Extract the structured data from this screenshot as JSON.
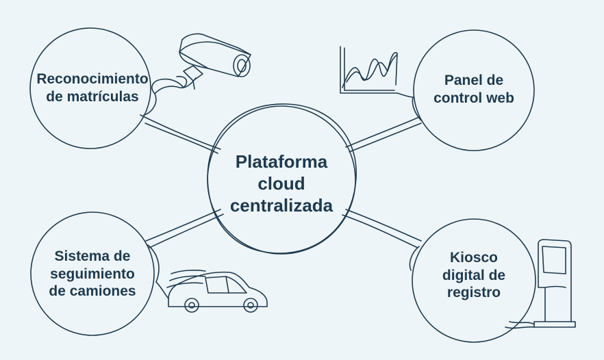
{
  "center": {
    "lines": [
      "Plataforma",
      "cloud",
      "centralizada"
    ]
  },
  "nodes": {
    "top_left": {
      "lines": [
        "Reconocimiento",
        "de matrículas"
      ],
      "icon": "security-camera-icon"
    },
    "top_right": {
      "lines": [
        "Panel de",
        "control web"
      ],
      "icon": "line-chart-icon"
    },
    "bottom_left": {
      "lines": [
        "Sistema de",
        "seguimiento",
        "de camiones"
      ],
      "icon": "moving-car-icon"
    },
    "bottom_right": {
      "lines": [
        "Kiosco",
        "digital de",
        "registro"
      ],
      "icon": "kiosk-icon"
    }
  },
  "colors": {
    "background": "#eef5f8",
    "stroke": "#1f3a4d",
    "text": "#1f3a4d"
  }
}
